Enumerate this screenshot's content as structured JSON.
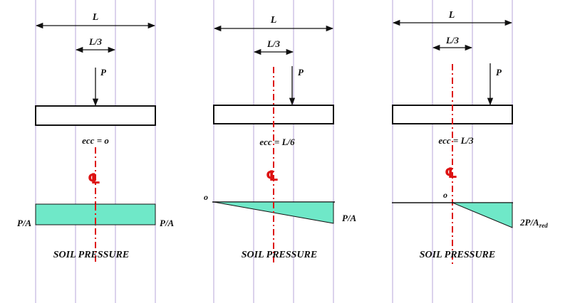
{
  "colors": {
    "guide": "#b7a6d8",
    "centerline": "#dd1111",
    "pressure_fill": "#6fe8c8",
    "ink": "#111111"
  },
  "panels": [
    {
      "span_label": "L",
      "third_label": "L/3",
      "load_label": "P",
      "ecc_label": "ecc = o",
      "cl_symbol": "℄",
      "zero_label": "",
      "left_label": "P/A",
      "right_label": "P/A",
      "right_sub": "",
      "caption": "SOIL PRESSURE"
    },
    {
      "span_label": "L",
      "third_label": "L/3",
      "load_label": "P",
      "ecc_label": "ecc = L/6",
      "cl_symbol": "℄",
      "zero_label": "o",
      "left_label": "",
      "right_label": "P/A",
      "right_sub": "",
      "caption": "SOIL PRESSURE"
    },
    {
      "span_label": "L",
      "third_label": "L/3",
      "load_label": "P",
      "ecc_label": "ecc = L/3",
      "cl_symbol": "℄",
      "zero_label": "o",
      "left_label": "",
      "right_label": "2P/A",
      "right_sub": "red",
      "caption": "SOIL PRESSURE"
    }
  ]
}
